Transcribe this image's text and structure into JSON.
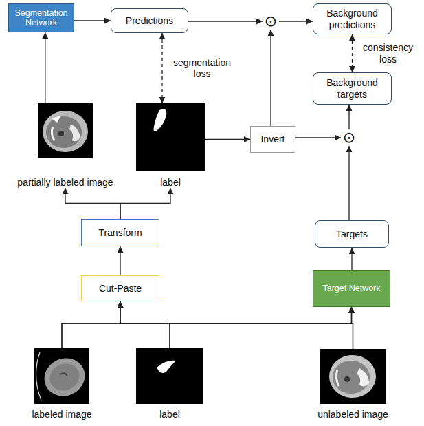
{
  "diagram": {
    "nodes": [
      {
        "text": [
          "Segmentation Network"
        ]
      },
      {
        "text": [
          "Predictions"
        ]
      },
      {
        "text": [
          "⊙"
        ]
      },
      {
        "text": [
          "Background predictions"
        ]
      },
      {
        "text": [
          "Background targets"
        ]
      },
      {
        "text": [
          "partially labeled image"
        ]
      },
      {
        "text": [
          "label"
        ]
      },
      {
        "text": [
          "Invert"
        ]
      },
      {
        "text": [
          "⊙"
        ]
      },
      {
        "text": [
          "Transform"
        ]
      },
      {
        "text": [
          "Targets"
        ]
      },
      {
        "text": [
          "Cut-Paste"
        ]
      },
      {
        "text": [
          "Target Network"
        ]
      },
      {
        "text": [
          "labeled image"
        ]
      },
      {
        "text": [
          "label"
        ]
      },
      {
        "text": [
          "unlabeled image"
        ]
      }
    ],
    "edges": [
      {
        "from": 0,
        "to": 1,
        "arrow": "to"
      },
      {
        "from": 1,
        "to": 2,
        "arrow": "to"
      },
      {
        "from": 2,
        "to": 3,
        "arrow": "to"
      },
      {
        "from": 3,
        "to": 4,
        "arrow": "both",
        "label": "consistency loss"
      },
      {
        "from": 1,
        "to": 6,
        "arrow": "both",
        "label": "segmentation loss"
      },
      {
        "from": 5,
        "to": 0,
        "arrow": "to"
      },
      {
        "from": 6,
        "to": 7,
        "arrow": "to"
      },
      {
        "from": 7,
        "to": 2,
        "arrow": "to"
      },
      {
        "from": 7,
        "to": 8,
        "arrow": "to"
      },
      {
        "from": 8,
        "to": 4,
        "arrow": "to"
      },
      {
        "from": 10,
        "to": 8,
        "arrow": "to"
      },
      {
        "from": 12,
        "to": 10,
        "arrow": "to"
      },
      {
        "from": 9,
        "to": 5,
        "arrow": "to"
      },
      {
        "from": 9,
        "to": 6,
        "arrow": "to"
      },
      {
        "from": 11,
        "to": 9,
        "arrow": "to"
      },
      {
        "from": 13,
        "to": 11,
        "arrow": "to"
      },
      {
        "from": 13,
        "to": 12,
        "arrow": "to"
      },
      {
        "from": 14,
        "to": 11,
        "arrow": "to"
      },
      {
        "from": 14,
        "to": 12,
        "arrow": "to"
      },
      {
        "from": 15,
        "to": 11,
        "arrow": "to"
      },
      {
        "from": 15,
        "to": 12,
        "arrow": "to"
      }
    ]
  }
}
